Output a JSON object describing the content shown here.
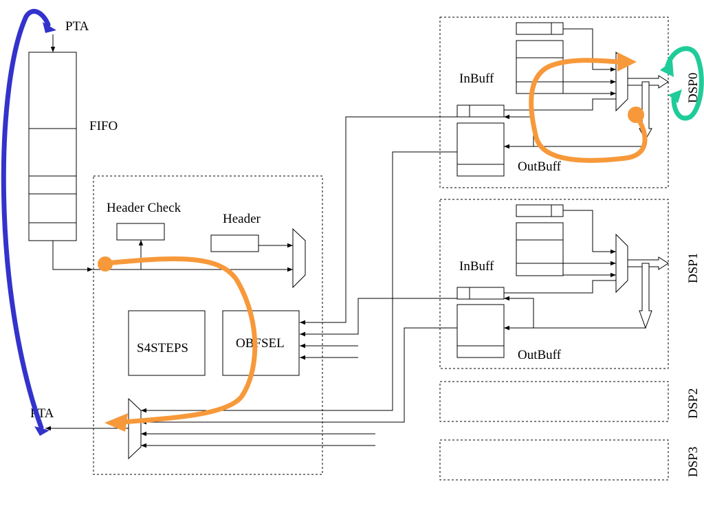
{
  "labels": {
    "pta_top": "PTA",
    "pta_bottom": "PTA",
    "fifo": "FIFO",
    "header_check": "Header Check",
    "header": "Header",
    "s4steps": "S4STEPS",
    "obfsel": "OBFSEL",
    "dsp0_inbuff": "InBuff",
    "dsp0_outbuff": "OutBuff",
    "dsp1_inbuff": "InBuff",
    "dsp1_outbuff": "OutBuff",
    "dsp0": "DSP0",
    "dsp1": "DSP1",
    "dsp2": "DSP2",
    "dsp3": "DSP3"
  },
  "colors": {
    "orange_path": "#f7993a",
    "blue_path": "#3333cc",
    "green_path": "#1fcc99"
  }
}
